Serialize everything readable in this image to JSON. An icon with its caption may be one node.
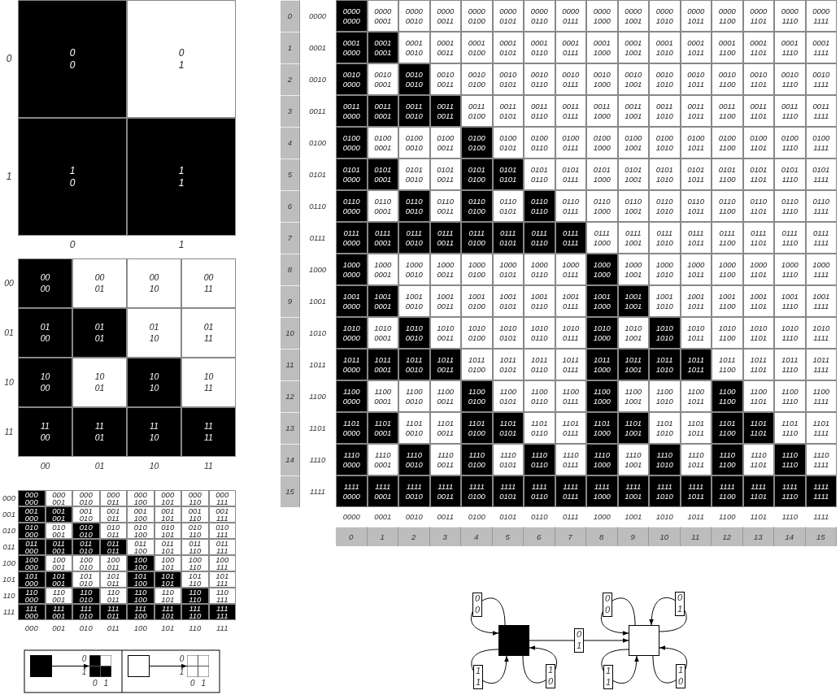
{
  "diagram": {
    "nodes": [
      {
        "text": [],
        "shape": "box"
      },
      {
        "text": [],
        "shape": "box"
      },
      {
        "text": [],
        "shape": "box"
      },
      {
        "text": [],
        "shape": "box",
        "beside": [
          "0",
          "1",
          "0",
          "1"
        ]
      },
      {
        "text": [],
        "shape": "box"
      },
      {
        "text": [],
        "shape": "box",
        "beside": [
          "0",
          "1",
          "0",
          "1"
        ]
      }
    ],
    "edges": [
      {
        "from": 0,
        "to": 0,
        "arrow": "to",
        "label": "0 0"
      },
      {
        "from": 0,
        "to": 0,
        "arrow": "to",
        "label": "1 1"
      },
      {
        "from": 0,
        "to": 0,
        "arrow": "to",
        "label": "1 0"
      },
      {
        "from": 0,
        "to": 1,
        "arrow": "to",
        "label": "0 1"
      },
      {
        "from": 1,
        "to": 1,
        "arrow": "to",
        "label": "0 0"
      },
      {
        "from": 1,
        "to": 1,
        "arrow": "to",
        "label": "0 1"
      },
      {
        "from": 1,
        "to": 1,
        "arrow": "to",
        "label": "1 1"
      },
      {
        "from": 1,
        "to": 1,
        "arrow": "to",
        "label": "1 0"
      },
      {
        "from": 2,
        "to": 3,
        "arrow": "to"
      },
      {
        "from": 4,
        "to": 5,
        "arrow": "to"
      }
    ],
    "labels": [
      "0",
      "0 0",
      "0 1",
      "1",
      "1 0",
      "1 1",
      "0",
      "1",
      "00",
      "00 00",
      "00 01",
      "00 10",
      "00 11",
      "01",
      "01 00",
      "01 01",
      "01 10",
      "01 11",
      "10",
      "10 00",
      "10 01",
      "10 10",
      "10 11",
      "11",
      "11 00",
      "11 01",
      "11 10",
      "11 11",
      "00",
      "01",
      "10",
      "11",
      "000",
      "000 000",
      "000 001",
      "000 010",
      "000 011",
      "000 100",
      "000 101",
      "000 110",
      "000 111",
      "001",
      "001 000",
      "001 001",
      "001 010",
      "001 011",
      "001 100",
      "001 101",
      "001 110",
      "001 111",
      "010",
      "010 000",
      "010 001",
      "010 010",
      "010 011",
      "010 100",
      "010 101",
      "010 110",
      "010 111",
      "011",
      "011 000",
      "011 001",
      "011 010",
      "011 011",
      "011 100",
      "011 101",
      "011 110",
      "011 111",
      "100",
      "100 000",
      "100 001",
      "100 010",
      "100 011",
      "100 100",
      "100 101",
      "100 110",
      "100 111",
      "101",
      "101 000",
      "101 001",
      "101 010",
      "101 011",
      "101 100",
      "101 101",
      "101 110",
      "101 111",
      "110",
      "110 000",
      "110 001",
      "110 010",
      "110 011",
      "110 100",
      "110 101",
      "110 110",
      "110 111",
      "111",
      "111 000",
      "111 001",
      "111 010",
      "111 011",
      "111 100",
      "111 101",
      "111 110",
      "111 111",
      "000",
      "001",
      "010",
      "011",
      "100",
      "101",
      "110",
      "111",
      "0",
      "0000",
      "0000 0000",
      "0000 0001",
      "0000 0010",
      "0000 0011",
      "0000 0100",
      "0000 0101",
      "0000 0110",
      "0000 0111",
      "0000 1000",
      "0000 1001",
      "0000 1010",
      "0000 1011",
      "0000 1100",
      "0000 1101",
      "0000 1110",
      "0000 1111",
      "1",
      "0001",
      "0001 0000",
      "0001 0001",
      "0001 0010",
      "0001 0011",
      "0001 0100",
      "0001 0101",
      "0001 0110",
      "0001 0111",
      "0001 1000",
      "0001 1001",
      "0001 1010",
      "0001 1011",
      "0001 1100",
      "0001 1101",
      "0001 1110",
      "0001 1111",
      "2",
      "0010",
      "0010 0000",
      "0010 0001",
      "0010 0010",
      "0010 0011",
      "0010 0100",
      "0010 0101",
      "0010 0110",
      "0010 0111",
      "0010 1000",
      "0010 1001",
      "0010 1010",
      "0010 1011",
      "0010 1100",
      "0010 1101",
      "0010 1110",
      "0010 1111",
      "3",
      "0011",
      "0011 0000",
      "0011 0001",
      "0011 0010",
      "0011 0011",
      "0011 0100",
      "0011 0101",
      "0011 0110",
      "0011 0111",
      "0011 1000",
      "0011 1001",
      "0011 1010",
      "0011 1011",
      "0011 1100",
      "0011 1101",
      "0011 1110",
      "0011 1111",
      "4",
      "0100",
      "0100 0000",
      "0100 0001",
      "0100 0010",
      "0100 0011",
      "0100 0100",
      "0100 0101",
      "0100 0110",
      "0100 0111",
      "0100 1000",
      "0100 1001",
      "0100 1010",
      "0100 1011",
      "0100 1100",
      "0100 1101",
      "0100 1110",
      "0100 1111",
      "5",
      "0101",
      "0101 0000",
      "0101 0001",
      "0101 0010",
      "0101 0011",
      "0101 0100",
      "0101 0101",
      "0101 0110",
      "0101 0111",
      "0101 1000",
      "0101 1001",
      "0101 1010",
      "0101 1011",
      "0101 1100",
      "0101 1101",
      "0101 1110",
      "0101 1111",
      "6",
      "0110",
      "0110 0000",
      "0110 0001",
      "0110 0010",
      "0110 0011",
      "0110 0100",
      "0110 0101",
      "0110 0110",
      "0110 0111",
      "0110 1000",
      "0110 1001",
      "0110 1010",
      "0110 1011",
      "0110 1100",
      "0110 1101",
      "0110 1110",
      "0110 1111",
      "7",
      "0111",
      "0111 0000",
      "0111 0001",
      "0111 0010",
      "0111 0011",
      "0111 0100",
      "0111 0101",
      "0111 0110",
      "0111 0111",
      "0111 1000",
      "0111 1001",
      "0111 1010",
      "0111 1011",
      "0111 1100",
      "0111 1101",
      "0111 1110",
      "0111 1111",
      "8",
      "1000",
      "1000 0000",
      "1000 0001",
      "1000 0010",
      "1000 0011",
      "1000 0100",
      "1000 0101",
      "1000 0110",
      "1000 0111",
      "1000 1000",
      "1000 1001",
      "1000 1010",
      "1000 1011",
      "1000 1100",
      "1000 1101",
      "1000 1110",
      "1000 1111",
      "9",
      "1001",
      "1001 0000",
      "1001 0001",
      "1001 0010",
      "1001 0011",
      "1001 0100",
      "1001 0101",
      "1001 0110",
      "1001 0111",
      "1001 1000",
      "1001 1001",
      "1001 1010",
      "1001 1011",
      "1001 1100",
      "1001 1101",
      "1001 1110",
      "1001 1111",
      "10",
      "1010",
      "1010 0000",
      "1010 0001",
      "1010 0010",
      "1010 0011",
      "1010 0100",
      "1010 0101",
      "1010 0110",
      "1010 0111",
      "1010 1000",
      "1010 1001",
      "1010 1010",
      "1010 1011",
      "1010 1100",
      "1010 1101",
      "1010 1110",
      "1010 1111",
      "11",
      "1011",
      "1011 0000",
      "1011 0001",
      "1011 0010",
      "1011 0011",
      "1011 0100",
      "1011 0101",
      "1011 0110",
      "1011 0111",
      "1011 1000",
      "1011 1001",
      "1011 1010",
      "1011 1011",
      "1011 1100",
      "1011 1101",
      "1011 1110",
      "1011 1111",
      "12",
      "1100",
      "1100 0000",
      "1100 0001",
      "1100 0010",
      "1100 0011",
      "1100 0100",
      "1100 0101",
      "1100 0110",
      "1100 0111",
      "1100 1000",
      "1100 1001",
      "1100 1010",
      "1100 1011",
      "1100 1100",
      "1100 1101",
      "1100 1110",
      "1100 1111",
      "13",
      "1101",
      "1101 0000",
      "1101 0001",
      "1101 0010",
      "1101 0011",
      "1101 0100",
      "1101 0101",
      "1101 0110",
      "1101 0111",
      "1101 1000",
      "1101 1001",
      "1101 1010",
      "1101 1011",
      "1101 1100",
      "1101 1101",
      "1101 1110",
      "1101 1111",
      "14",
      "1110",
      "1110 0000",
      "1110 0001",
      "1110 0010",
      "1110 0011",
      "1110 0100",
      "1110 0101",
      "1110 0110",
      "1110 0111",
      "1110 1000",
      "1110 1001",
      "1110 1010",
      "1110 1011",
      "1110 1100",
      "1110 1101",
      "1110 1110",
      "1110 1111",
      "15",
      "1111",
      "1111 0000",
      "1111 0001",
      "1111 0010",
      "1111 0011",
      "1111 0100",
      "1111 0101",
      "1111 0110",
      "1111 0111",
      "1111 1000",
      "1111 1001",
      "1111 1010",
      "1111 1011",
      "1111 1100",
      "1111 1101",
      "1111 1110",
      "1111 1111",
      "0000",
      "0001",
      "0010",
      "0011",
      "0100",
      "0101",
      "0110",
      "0111",
      "1000",
      "1001",
      "1010",
      "1011",
      "1100",
      "1101",
      "1110",
      "1111",
      "0",
      "1",
      "2",
      "3",
      "4",
      "5",
      "6",
      "7",
      "8",
      "9",
      "10",
      "11",
      "12",
      "13",
      "14",
      "15"
    ]
  }
}
